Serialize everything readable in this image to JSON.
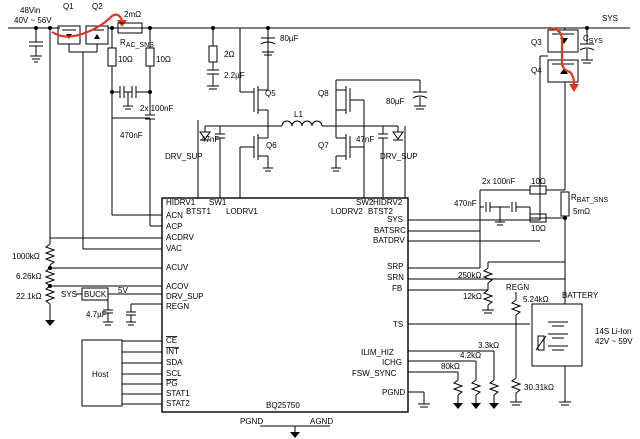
{
  "diagram": {
    "input": {
      "name": "48Vin",
      "range": "40V ~ 56V"
    },
    "sys_label": "SYS",
    "transistors": {
      "q1": "Q1",
      "q2": "Q2",
      "q3": "Q3",
      "q4": "Q4",
      "q5": "Q5",
      "q6": "Q6",
      "q7": "Q7",
      "q8": "Q8"
    },
    "input_sense": {
      "value": "2mΩ",
      "name": "R",
      "subscript": "AC_SNS"
    },
    "input_filter": {
      "r1": "10Ω",
      "r2": "10Ω",
      "caps": "2x 100nF",
      "cap": "470nF"
    },
    "input_caps": {
      "r": "2Ω",
      "c_bulk": "80µF",
      "c_snub": "2.2µF"
    },
    "inductor": "L1",
    "boot_caps": {
      "left": "47nF",
      "right": "47nF"
    },
    "drv_sup": {
      "left": "DRV_SUP",
      "right": "DRV_SUP"
    },
    "sys_cap": "80µF",
    "csys": {
      "name": "C",
      "subscript": "SYS"
    },
    "battery_sense": {
      "caps": "2x 100nF",
      "r1": "10Ω",
      "r2": "10Ω",
      "cap": "470nF",
      "name": "R",
      "subscript": "BAT_SNS",
      "value": "5mΩ"
    },
    "chip": {
      "name": "BQ25750",
      "top_pins": [
        "HIDRV1",
        "SW1",
        "BTST1",
        "LODRV1",
        "SW2",
        "HIDRV2",
        "LODRV2",
        "BTST2"
      ],
      "left_pins": [
        "ACN",
        "ACP",
        "ACDRV",
        "VAC",
        "ACUV",
        "ACOV",
        "DRV_SUP",
        "REGN",
        "CE",
        "INT",
        "SDA",
        "SCL",
        "PG",
        "STAT1",
        "STAT2"
      ],
      "right_pins": [
        "SYS",
        "BATSRC",
        "BATDRV",
        "SRP",
        "SRN",
        "FB",
        "TS",
        "ILIM_HIZ",
        "ICHG",
        "FSW_SYNC",
        "PGND"
      ]
    },
    "divider": {
      "r1": "1000kΩ",
      "r2": "6.26kΩ",
      "r3": "22.1kΩ"
    },
    "buck": {
      "sys": "SYS",
      "label": "BUCK",
      "vout": "5V",
      "cap": "4.7µF"
    },
    "fb": {
      "r1": "250kΩ",
      "r2": "12kΩ"
    },
    "regn": {
      "label": "REGN",
      "r1": "5.24kΩ",
      "r2": "30.31kΩ"
    },
    "battery": {
      "label": "BATTERY",
      "type": "14S Li-Ion",
      "range": "42V ~ 59V"
    },
    "resistors": {
      "ilim": "3.3kΩ",
      "ichg": "4.2kΩ",
      "fsw": "80kΩ"
    },
    "host": "Host",
    "grounds": {
      "pgnd": "PGND",
      "agnd": "AGND"
    },
    "colors": {
      "power_path": "#e53322",
      "wire": "#000000"
    }
  }
}
